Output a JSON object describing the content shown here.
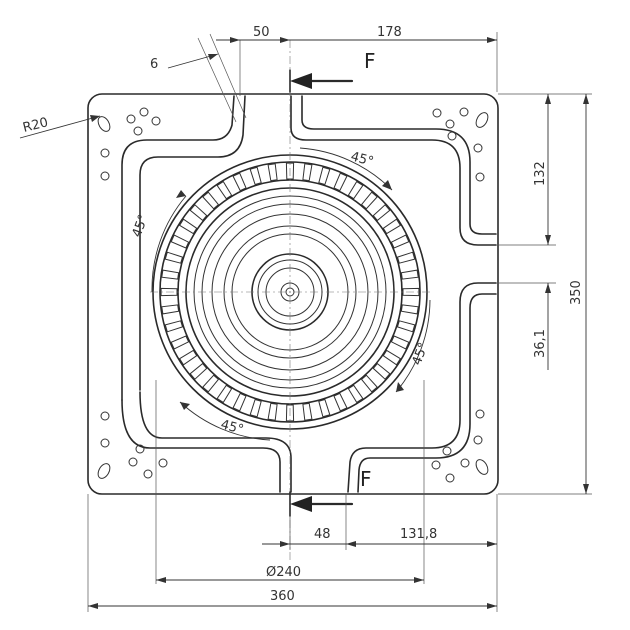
{
  "dimensions": {
    "top_offset": "50",
    "top_half_width": "178",
    "slot_width": "6",
    "corner_radius": "R20",
    "right_upper": "132",
    "right_total": "350",
    "right_lower": "36,1",
    "bottom_small": "48",
    "bottom_half": "131,8",
    "bottom_bearing": "Ø240",
    "bottom_total": "360"
  },
  "angles": {
    "top_right": "45°",
    "left": "45°",
    "right": "45°",
    "bottom": "45°"
  },
  "force": {
    "top_label": "F",
    "bottom_label": "F"
  },
  "colors": {
    "line": "#2a2a2a",
    "background": "#ffffff"
  }
}
